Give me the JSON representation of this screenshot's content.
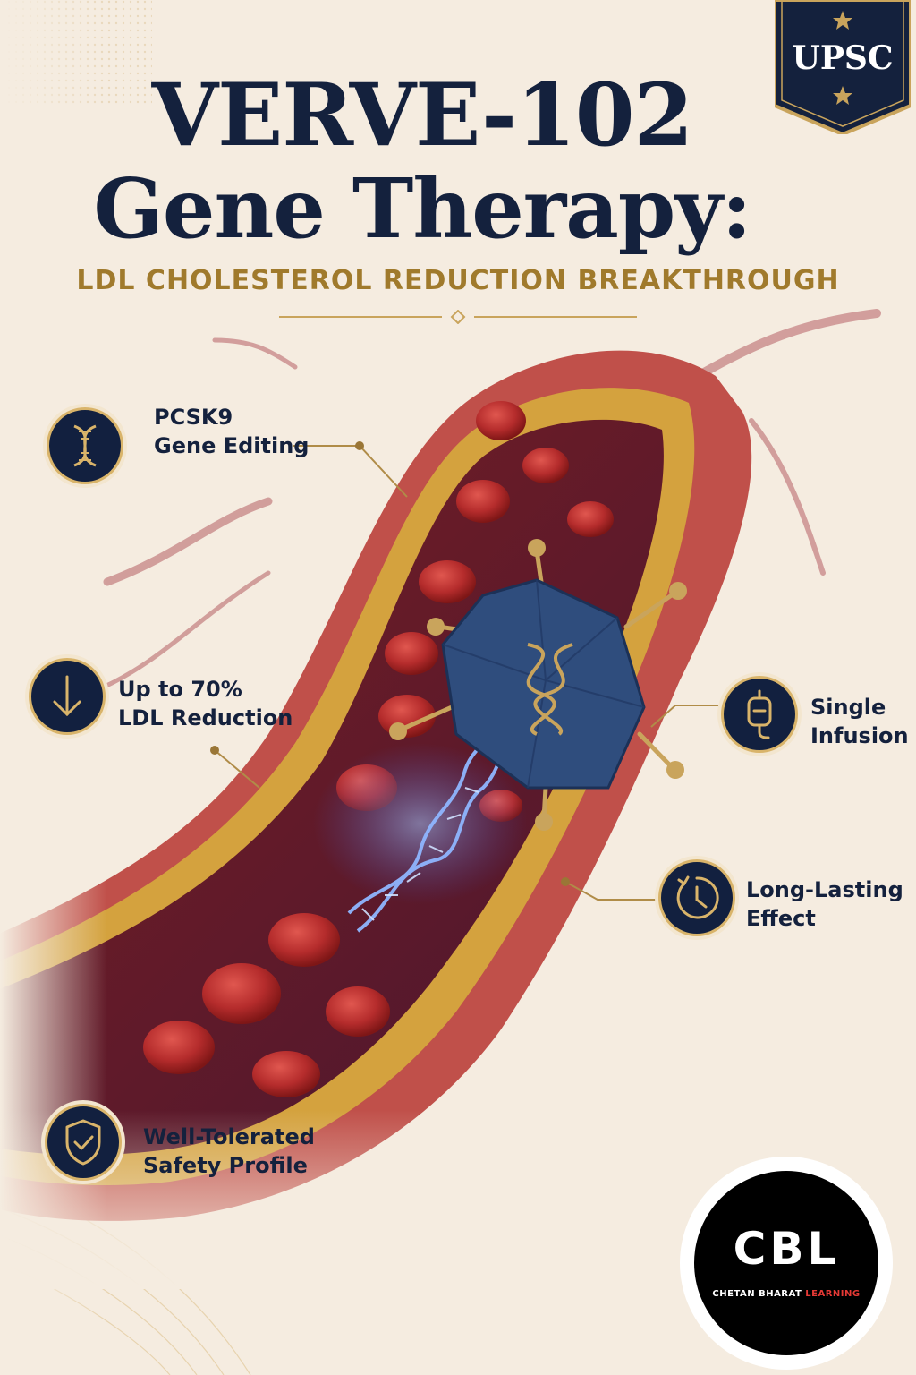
{
  "title": {
    "line1": "VERVE-102",
    "line2": "Gene Therapy:",
    "subtitle": "LDL CHOLESTEROL REDUCTION BREAKTHROUGH"
  },
  "badge": {
    "text": "UPSC"
  },
  "features": [
    {
      "icon": "dna-icon",
      "line1": "PCSK9",
      "line2": "Gene Editing"
    },
    {
      "icon": "arrow-down-icon",
      "line1": "Up to 70%",
      "line2": "LDL Reduction"
    },
    {
      "icon": "iv-bag-icon",
      "line1": "Single",
      "line2": "Infusion"
    },
    {
      "icon": "clock-icon",
      "line1": "Long-Lasting",
      "line2": "Effect"
    },
    {
      "icon": "shield-check-icon",
      "line1": "Well-Tolerated",
      "line2": "Safety Profile"
    }
  ],
  "logo": {
    "mark": "CBL",
    "tagline_white": "CHETAN BHARAT ",
    "tagline_red": "LEARNING"
  },
  "colors": {
    "navy": "#14213d",
    "gold": "#c9a45c",
    "background": "#f5ece0",
    "artery": "#b23a3a",
    "red_accent": "#e53935"
  }
}
